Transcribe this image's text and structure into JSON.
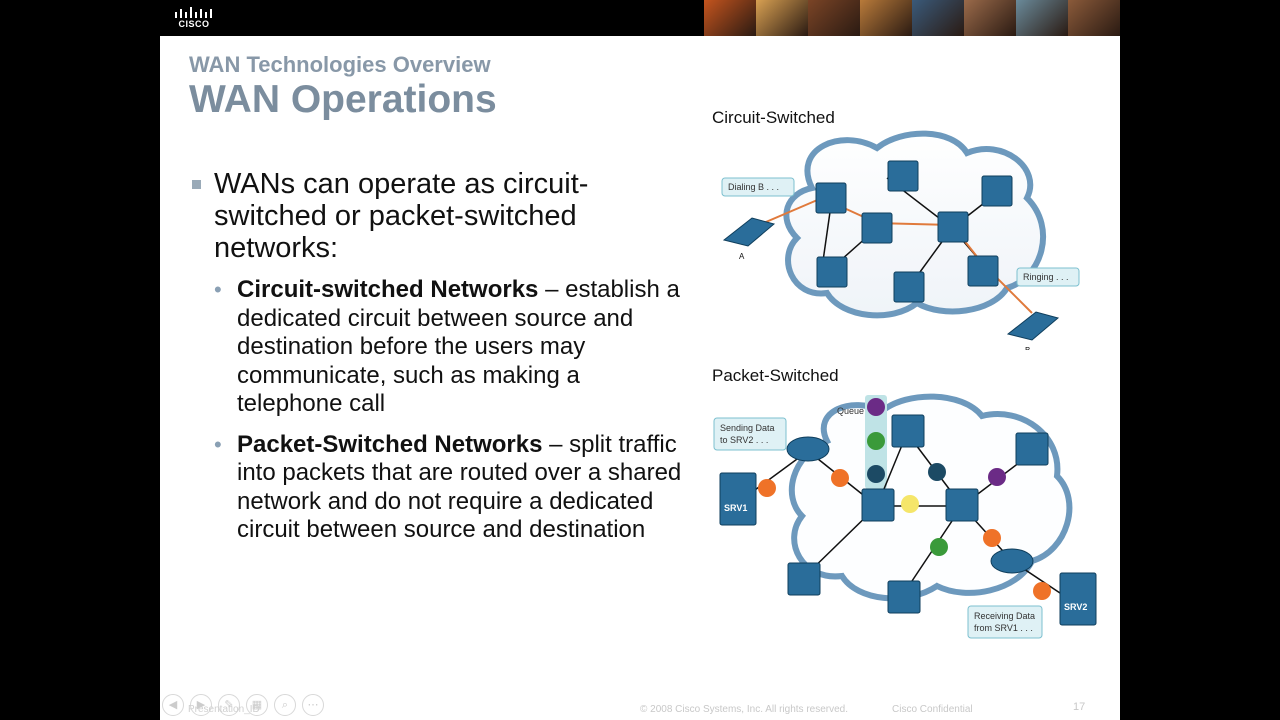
{
  "header": {
    "logo_text": "CISCO",
    "photo_colors": [
      "#c4541e",
      "#d8a052",
      "#7a4426",
      "#b87a3a",
      "#3a5a7a",
      "#9a6a4a",
      "#6a8a9a",
      "#8a5a3a"
    ]
  },
  "slide": {
    "subtitle": "WAN Technologies Overview",
    "title": "WAN Operations",
    "bullet_main": "WANs can operate as circuit-switched or packet-switched networks:",
    "sub_bullets": [
      {
        "bold": "Circuit-switched Networks",
        "text": " – establish a dedicated circuit between source and destination before the users may communicate, such as making a telephone call"
      },
      {
        "bold": "Packet-Switched Networks",
        "text": " – split traffic into packets that are routed over a shared network and do not require a dedicated circuit between source and destination"
      }
    ],
    "circuit": {
      "label": "Circuit-Switched",
      "callout_a": "Dialing B . . .",
      "callout_b": "Ringing . . .",
      "phone_a": "A",
      "phone_b": "B"
    },
    "packet": {
      "label": "Packet-Switched",
      "queue": "Queue",
      "send_line1": "Sending Data",
      "send_line2": "to SRV2 . . .",
      "recv_line1": "Receiving Data",
      "recv_line2": "from SRV1 . . .",
      "srv1": "SRV1",
      "srv2": "SRV2"
    },
    "footer": {
      "presentation_id": "Presentation_ID",
      "copyright": "© 2008 Cisco Systems, Inc. All rights reserved.",
      "confidential": "Cisco Confidential",
      "page": "17"
    },
    "colors": {
      "cloud": "#5e8fb6",
      "device": "#2a6d9a",
      "circuit_line": "#e07a3c",
      "packet_orange": "#ef7228",
      "packet_purple": "#6b2b86",
      "packet_green": "#3a9a3a",
      "packet_navy": "#1c4a64",
      "packet_yellow": "#f5e66a"
    }
  }
}
